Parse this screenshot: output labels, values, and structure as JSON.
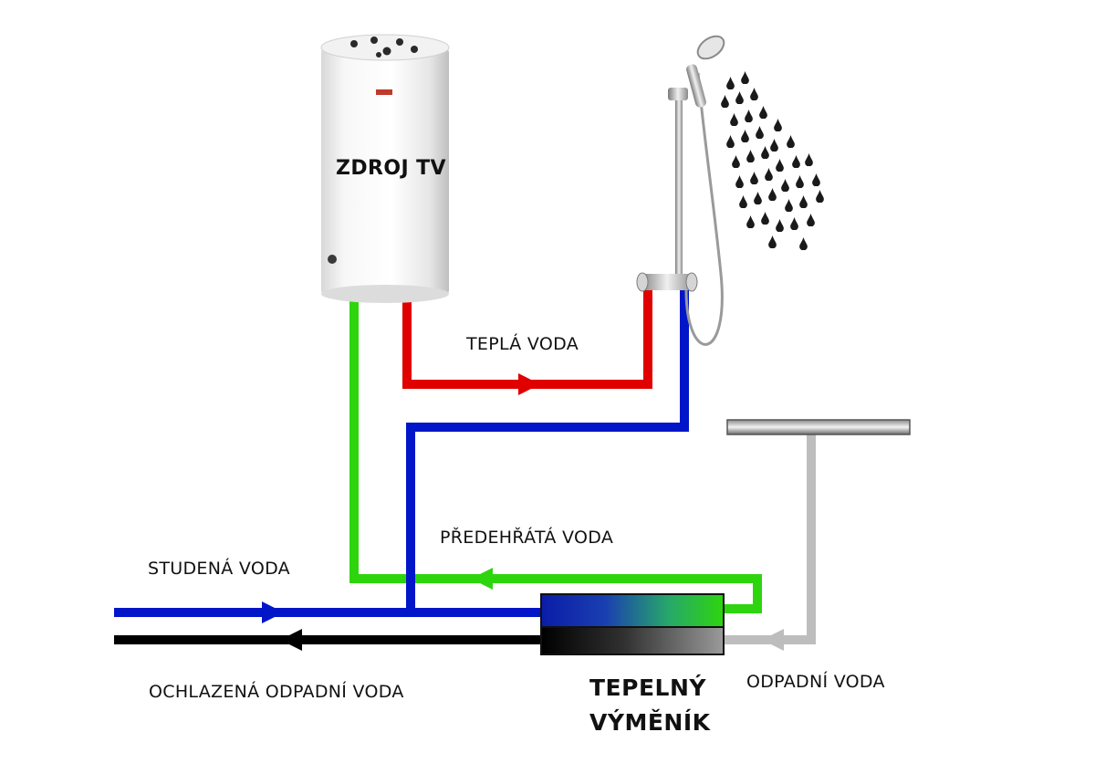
{
  "labels": {
    "source": "ZDROJ TV",
    "hot_water": "TEPLÁ VODA",
    "preheated_water": "PŘEDEHŘÁTÁ VODA",
    "cold_water": "STUDENÁ VODA",
    "cooled_waste_water": "OCHLAZENÁ ODPADNÍ VODA",
    "exchanger_line1": "TEPELNÝ",
    "exchanger_line2": "VÝMĚNÍK",
    "waste_water": "ODPADNÍ VODA"
  },
  "colors": {
    "hot_pipe": "#e00000",
    "cold_pipe": "#0016c8",
    "preheated_pipe": "#2ed50f",
    "cooled_waste_pipe": "#000000",
    "waste_pipe": "#bdbdbd",
    "tank_body": "#f4f4f4"
  },
  "icons": {
    "tank": "water-heater-tank-icon",
    "shower": "shower-head-icon",
    "drain": "shower-drain-tray-icon",
    "exchanger": "heat-exchanger-icon"
  }
}
